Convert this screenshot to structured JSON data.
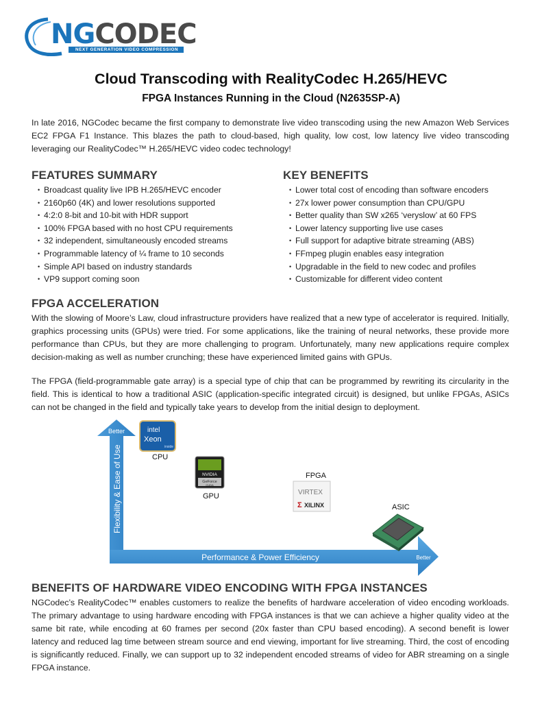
{
  "logo": {
    "word_ng": "NG",
    "word_codec": "CODEC",
    "tagline": "NEXT GENERATION VIDEO COMPRESSION"
  },
  "title": "Cloud Transcoding with RealityCodec H.265/HEVC",
  "subtitle": "FPGA Instances Running in the Cloud (N2635SP-A)",
  "intro": "In late 2016, NGCodec became the first company to demonstrate live video transcoding using the new Amazon Web Services EC2 FPGA F1 Instance. This blazes the path to cloud-based, high quality, low cost, low latency live video transcoding leveraging our RealityCodec™ H.265/HEVC video codec technology!",
  "features": {
    "heading": "FEATURES SUMMARY",
    "items": [
      "Broadcast quality live IPB H.265/HEVC encoder",
      "2160p60 (4K) and lower resolutions supported",
      "4:2:0 8-bit and 10-bit with HDR support",
      "100% FPGA based with no host CPU requirements",
      "32 independent, simultaneously encoded streams",
      "Programmable latency of ¼ frame to 10 seconds",
      "Simple API based on industry standards",
      "VP9 support coming soon"
    ]
  },
  "benefits": {
    "heading": "KEY BENEFITS",
    "items": [
      "Lower total cost of encoding than software encoders",
      "27x lower power consumption than CPU/GPU",
      "Better quality than SW x265 ‘veryslow’ at 60 FPS",
      "Lower latency supporting live use cases",
      "Full support for adaptive bitrate streaming (ABS)",
      "FFmpeg plugin enables easy integration",
      "Upgradable in the field to new codec and profiles",
      "Customizable for different video content"
    ]
  },
  "fpga": {
    "heading": "FPGA ACCELERATION",
    "p1": "With the slowing of Moore’s Law, cloud infrastructure providers have realized that a new type of accelerator is required. Initially, graphics processing units (GPUs) were tried. For some applications, like the training of neural networks, these provide more performance than CPUs, but they are more challenging to program. Unfortunately, many new applications require complex decision-making as well as number crunching; these have experienced limited gains with GPUs.",
    "p2": "The FPGA (field-programmable gate array) is a special type of chip that can be programmed by rewriting its circularity in the field. This is identical to how a traditional ASIC (application-specific integrated circuit) is designed, but unlike FPGAs, ASICs can not be changed in the field and typically take years to develop from the initial design to deployment."
  },
  "diagram": {
    "y_axis": "Flexibility & Ease of Use",
    "x_axis": "Performance & Power Efficiency",
    "better_y": "Better",
    "better_x": "Better",
    "chips": {
      "cpu": {
        "label": "CPU",
        "badge_top": "intel",
        "badge_main": "Xeon",
        "badge_sub": "inside"
      },
      "gpu": {
        "label": "GPU",
        "badge_top": "NVIDIA",
        "badge_main": "GeForce",
        "badge_sub": "CUDA"
      },
      "fpga": {
        "label": "FPGA",
        "badge_main": "VIRTEX",
        "badge_sub": "XILINX"
      },
      "asic": {
        "label": "ASIC"
      }
    },
    "colors": {
      "arrow": "#3a8fd0",
      "arrow_light": "#5aa9e2"
    }
  },
  "hw": {
    "heading": "BENEFITS OF HARDWARE VIDEO ENCODING WITH FPGA INSTANCES",
    "p": "NGCodec’s RealityCodec™ enables customers to realize the benefits of hardware acceleration of video encoding workloads. The primary advantage to using hardware encoding with FPGA instances is that we can achieve a higher quality video at the same bit rate, while encoding at 60 frames per second (20x faster than CPU based encoding). A second benefit is lower latency and reduced lag time between stream source and end viewing, important for live streaming. Third, the cost of encoding is significantly reduced. Finally, we can support up to 32 independent encoded streams of video for ABR streaming on a single FPGA instance."
  }
}
